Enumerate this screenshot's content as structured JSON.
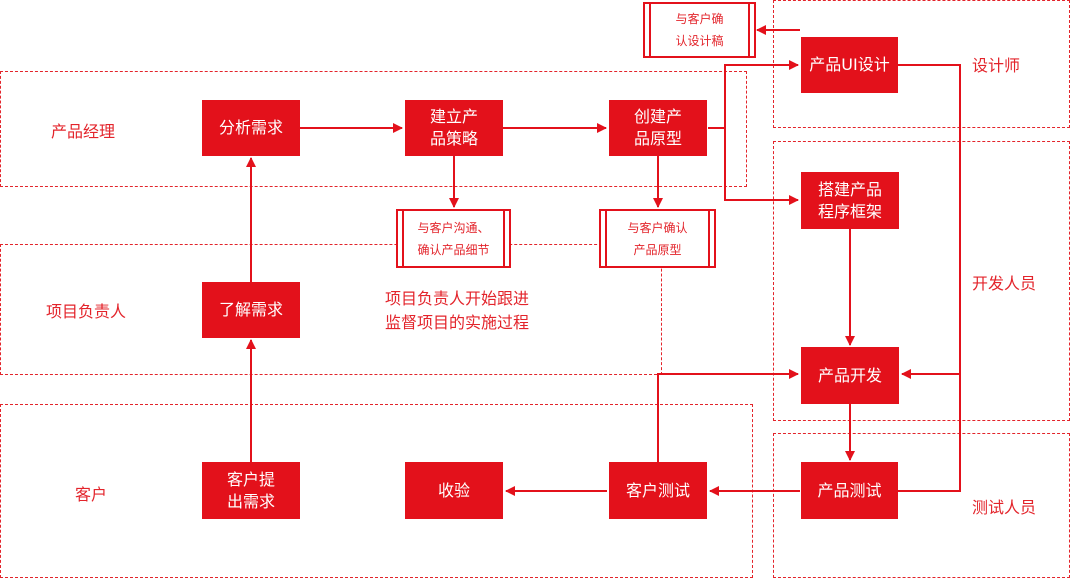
{
  "lanes": {
    "designer": "设计师",
    "product_manager": "产品经理",
    "developer": "开发人员",
    "project_lead": "项目负责人",
    "customer": "客户",
    "tester": "测试人员"
  },
  "steps": {
    "analyze": "分析需求",
    "strategy": "建立产\n品策略",
    "prototype": "创建产\n品原型",
    "ui_design": "产品UI设计",
    "framework": "搭建产品\n程序框架",
    "understand": "了解需求",
    "develop": "产品开发",
    "submit": "客户提\n出需求",
    "accept": "收验",
    "customer_test": "客户测试",
    "product_test": "产品测试"
  },
  "documents": {
    "confirm_design": "与客户确\n认设计稿",
    "communicate": "与客户沟通、\n确认产品细节",
    "confirm_prototype": "与客户确认\n产品原型"
  },
  "note": "项目负责人开始跟进\n监督项目的实施过程",
  "colors": {
    "accent": "#e3111b",
    "lane_border": "#e3242b"
  }
}
